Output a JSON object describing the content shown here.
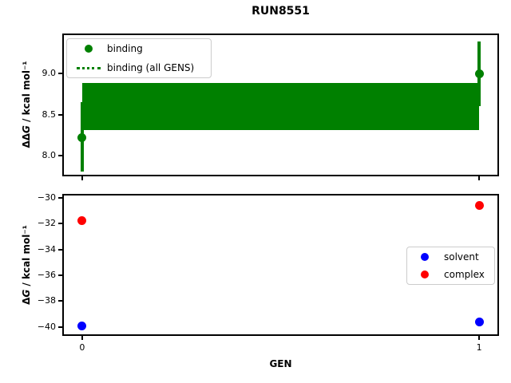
{
  "title": "RUN8551",
  "colors": {
    "binding": "#008000",
    "solvent": "#0000ff",
    "complex": "#ff0000",
    "spine": "#000000",
    "legend_border": "#cccccc"
  },
  "chart_data": [
    {
      "type": "scatter",
      "title": "RUN8551",
      "xlabel": "",
      "ylabel": {
        "prefix": "ΔΔ",
        "italic": "G",
        "rest": " / kcal mol⁻¹"
      },
      "xlim": [
        -0.05,
        1.05
      ],
      "ylim": [
        7.75,
        9.49
      ],
      "grid": false,
      "xticks": [
        0,
        1
      ],
      "xtick_labels": [],
      "yticks": [
        8.0,
        8.5,
        9.0
      ],
      "ytick_labels": [
        "8.0",
        "8.5",
        "9.0"
      ],
      "series": [
        {
          "name": "binding",
          "color": "#008000",
          "marker": "circle",
          "x": [
            0,
            1
          ],
          "y": [
            8.22,
            9.0
          ],
          "yerr_low": [
            7.81,
            8.61
          ],
          "yerr_high": [
            8.65,
            9.39
          ]
        },
        {
          "name": "binding (all GENS)",
          "color": "#008000",
          "style": "dotted-line-with-band",
          "x_range": [
            0,
            1
          ],
          "line_y": 8.6,
          "band_low": 8.31,
          "band_high": 8.89
        }
      ],
      "legend": {
        "position": "upper-left",
        "items": [
          {
            "label": "binding",
            "glyph": "dot",
            "color": "#008000"
          },
          {
            "label": "binding (all GENS)",
            "glyph": "dotted-line",
            "color": "#008000"
          }
        ]
      }
    },
    {
      "type": "scatter",
      "title": "",
      "xlabel": "GEN",
      "ylabel": {
        "prefix": "Δ",
        "italic": "G",
        "rest": " / kcal mol⁻¹"
      },
      "xlim": [
        -0.05,
        1.05
      ],
      "ylim": [
        -40.7,
        -29.7
      ],
      "grid": false,
      "xticks": [
        0,
        1
      ],
      "xtick_labels": [
        "0",
        "1"
      ],
      "yticks": [
        -40,
        -38,
        -36,
        -34,
        -32,
        -30
      ],
      "ytick_labels": [
        "−40",
        "−38",
        "−36",
        "−34",
        "−32",
        "−30"
      ],
      "series": [
        {
          "name": "solvent",
          "color": "#0000ff",
          "marker": "circle",
          "x": [
            0,
            1
          ],
          "y": [
            -39.95,
            -39.6
          ]
        },
        {
          "name": "complex",
          "color": "#ff0000",
          "marker": "circle",
          "x": [
            0,
            1
          ],
          "y": [
            -31.8,
            -30.6
          ]
        }
      ],
      "legend": {
        "position": "center-right",
        "items": [
          {
            "label": "solvent",
            "glyph": "dot",
            "color": "#0000ff"
          },
          {
            "label": "complex",
            "glyph": "dot",
            "color": "#ff0000"
          }
        ]
      }
    }
  ]
}
